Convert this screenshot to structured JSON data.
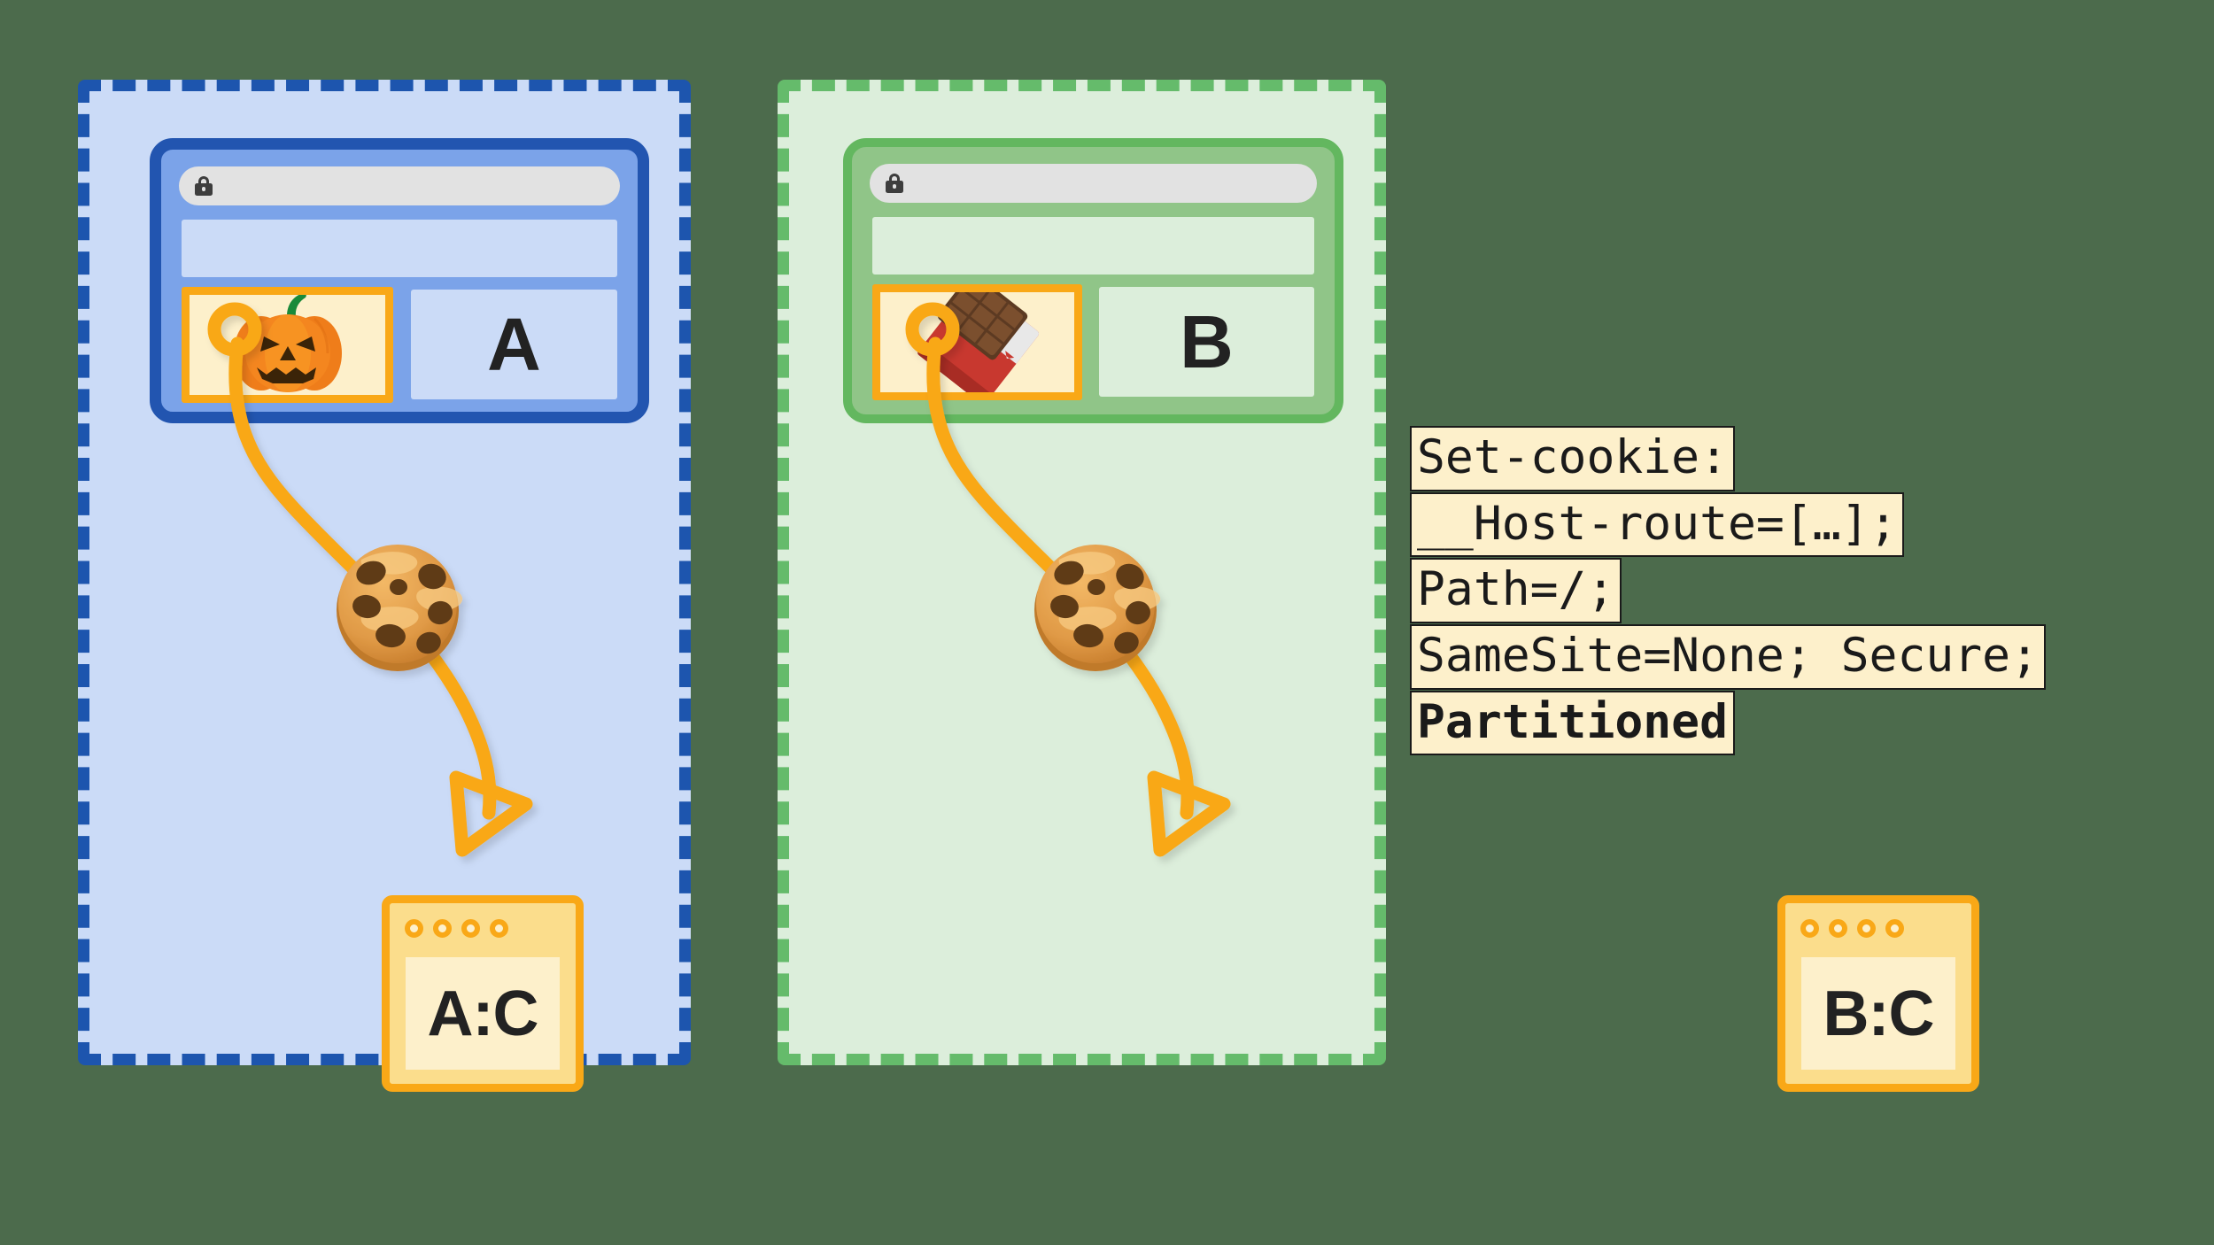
{
  "diagram": {
    "title": "Partitioned cookies across two top-level sites",
    "background_color": "#4c6b4c"
  },
  "partitions": [
    {
      "id": "a",
      "name": "partition-a",
      "accent_color": "#1d55ae",
      "fill_color": "#cbdbf7",
      "browser": {
        "site_letter": "A",
        "url_bar_value": "",
        "lock_icon": "lock-icon",
        "embed_icon": "jack-o-lantern-icon"
      },
      "cookie_icon": "cookie-icon",
      "storage": {
        "label": "A:C",
        "dot_count": 4
      }
    },
    {
      "id": "b",
      "name": "partition-b",
      "accent_color": "#65bb6b",
      "fill_color": "#dceedb",
      "browser": {
        "site_letter": "B",
        "url_bar_value": "",
        "lock_icon": "lock-icon",
        "embed_icon": "chocolate-bar-icon"
      },
      "cookie_icon": "cookie-icon",
      "storage": {
        "label": "B:C",
        "dot_count": 4
      }
    }
  ],
  "code_block": {
    "name": "set-cookie-header",
    "lines": [
      {
        "text": "Set-cookie:",
        "bold": false
      },
      {
        "text": "__Host-route=[…];",
        "bold": false
      },
      {
        "text": "Path=/;",
        "bold": false
      },
      {
        "text": "SameSite=None; Secure;",
        "bold": false
      },
      {
        "text": "Partitioned",
        "bold": true
      }
    ],
    "background_color": "#fdf0cb",
    "text_color": "#1a1a1a"
  },
  "colors": {
    "orange": "#f9a817",
    "cream": "#fdf0cb",
    "storage_header": "#fbdd8c",
    "blue_dark": "#2255b0",
    "blue_body": "#7ba3e9",
    "blue_light": "#cbdbf7",
    "green_border": "#63b75f",
    "green_body": "#90c588",
    "green_light": "#dceedb",
    "url_bar": "#e2e2e2"
  }
}
